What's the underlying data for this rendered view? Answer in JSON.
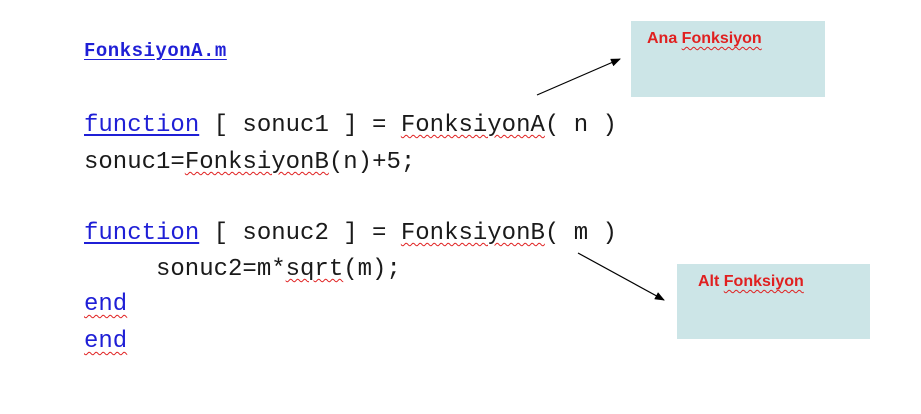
{
  "file": {
    "name": "FonksiyonA.m"
  },
  "code": {
    "line1": {
      "keyword": "function",
      "mid": " [ sonuc1 ] = ",
      "func": "FonksiyonA",
      "tail": "( n )"
    },
    "line2": {
      "pre": "sonuc1=",
      "func": "FonksiyonB",
      "tail": "(n)+5;"
    },
    "line3": {
      "keyword": "function",
      "mid": " [ sonuc2 ] = ",
      "func": "FonksiyonB",
      "tail": "( m )"
    },
    "line4": {
      "pre": "sonuc2=m*",
      "func": "sqrt",
      "tail": "(m);"
    },
    "line5": {
      "keyword": "end"
    },
    "line6": {
      "keyword": "end"
    }
  },
  "callouts": {
    "main": {
      "prefix": "Ana ",
      "word": "Fonksiyon"
    },
    "sub": {
      "prefix": "Alt ",
      "word": "Fonksiyon"
    }
  },
  "colors": {
    "keyword": "#1f1fd6",
    "callout_bg": "#cce5e7",
    "callout_text": "#e02020",
    "spellcheck": "#e02020"
  }
}
